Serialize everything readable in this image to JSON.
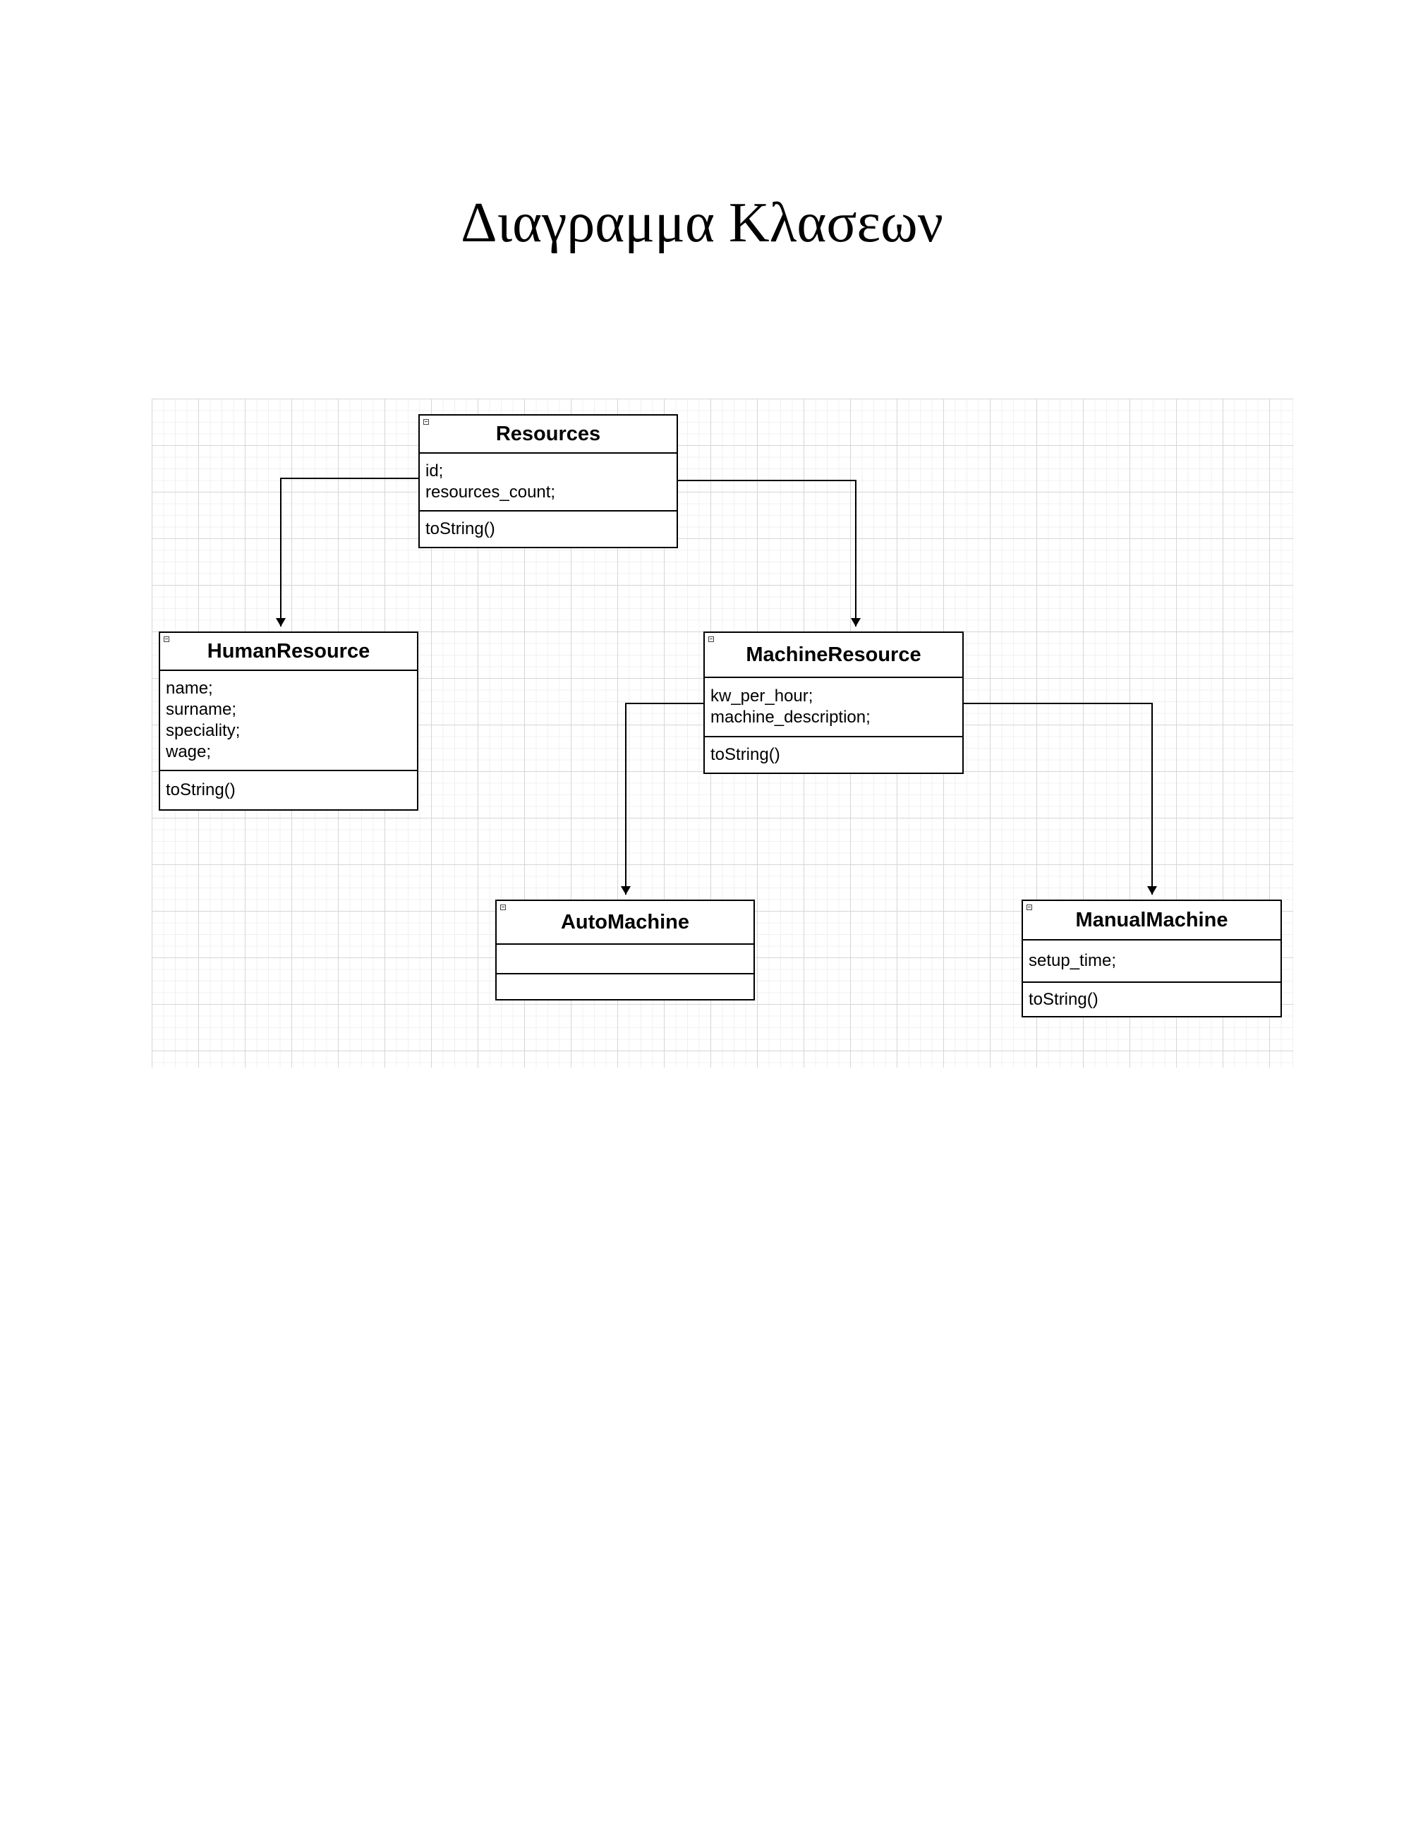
{
  "title": "Διαγραμμα Κλασεων",
  "classes": {
    "resources": {
      "name": "Resources",
      "attributes": [
        "id;",
        "resources_count;"
      ],
      "operations": [
        "toString()"
      ]
    },
    "human": {
      "name": "HumanResource",
      "attributes": [
        "name;",
        "surname;",
        "speciality;",
        "wage;"
      ],
      "operations": [
        "toString()"
      ]
    },
    "machine": {
      "name": "MachineResource",
      "attributes": [
        "kw_per_hour;",
        "machine_description;"
      ],
      "operations": [
        "toString()"
      ]
    },
    "auto": {
      "name": "AutoMachine",
      "attributes": [],
      "operations": []
    },
    "manual": {
      "name": "ManualMachine",
      "attributes": [
        "setup_time;"
      ],
      "operations": [
        "toString()"
      ]
    }
  },
  "relations": [
    {
      "from": "resources",
      "to": "human"
    },
    {
      "from": "resources",
      "to": "machine"
    },
    {
      "from": "machine",
      "to": "auto"
    },
    {
      "from": "machine",
      "to": "manual"
    }
  ]
}
